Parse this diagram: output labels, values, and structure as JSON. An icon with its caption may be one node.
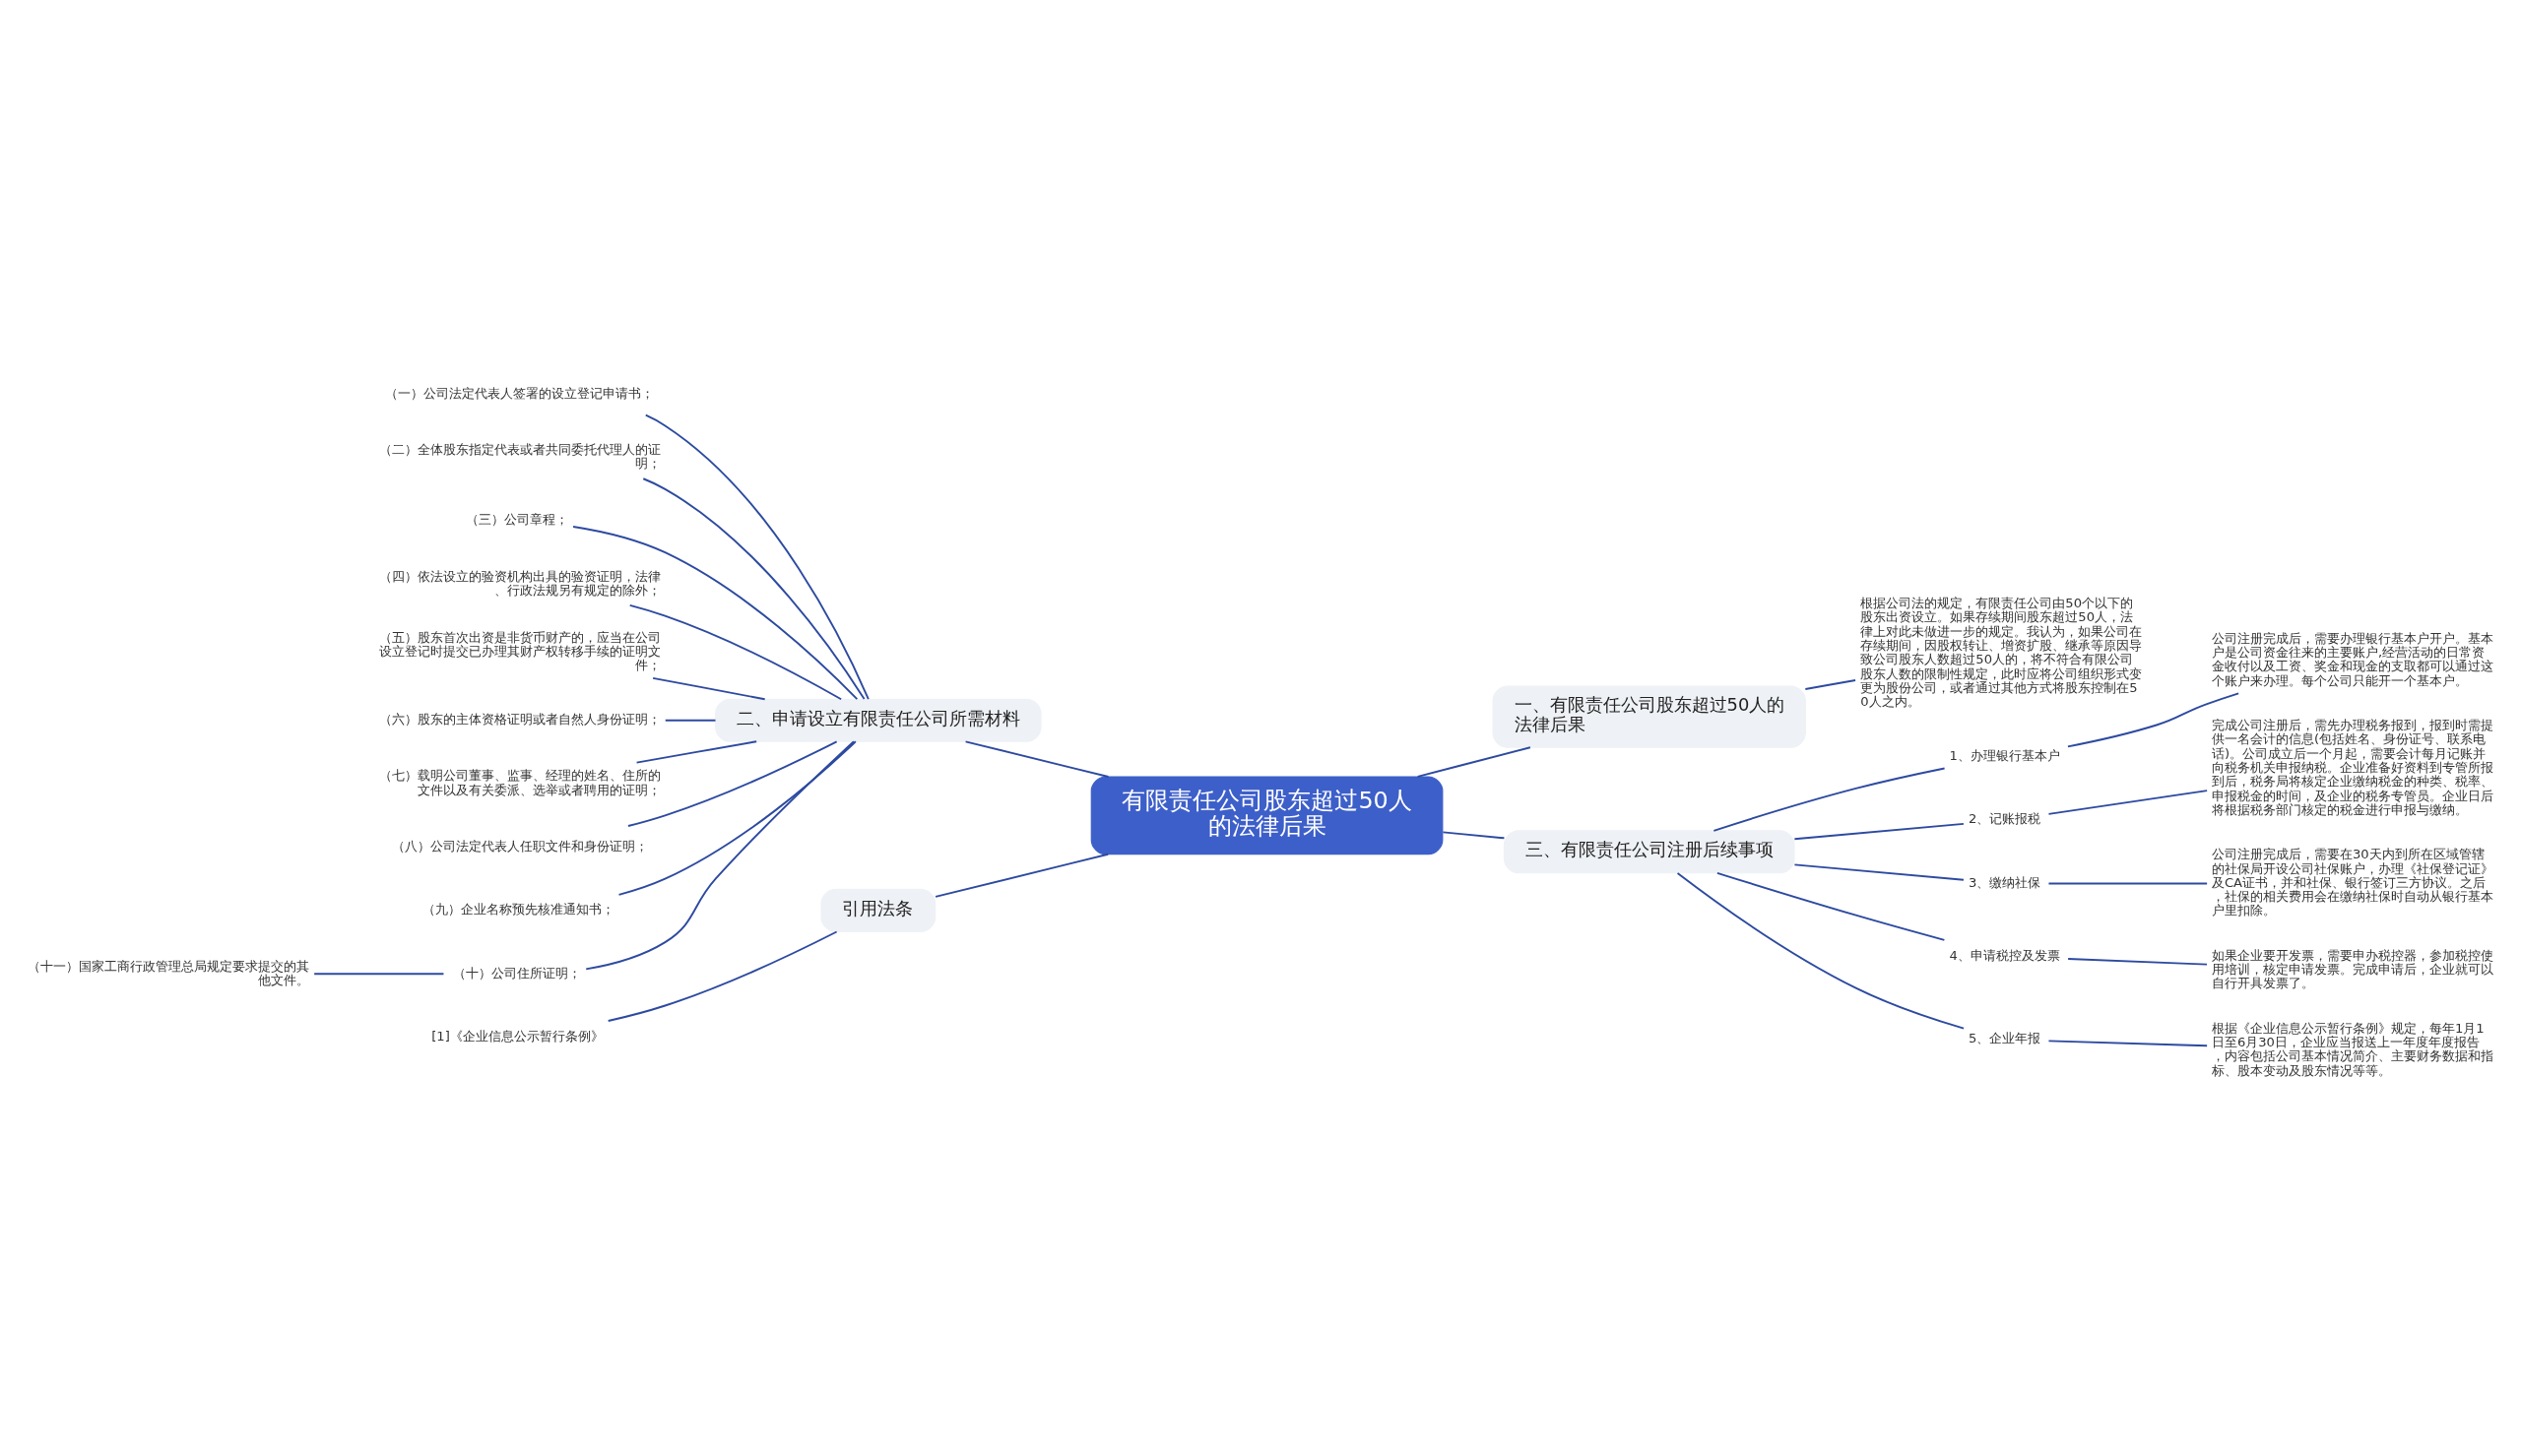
{
  "diagram": {
    "nodes": [
      {
        "text": [
          "有限责任公司股东超过50人的法律后果"
        ]
      },
      {
        "text": [
          "一、有限责任公司股东超过50人的法律后果"
        ]
      },
      {
        "text": [
          "根据公司法的规定，有限责任公司由50个以下的股东出资设立。如果存续期间股东超过50人，法律上对此未做进一步的规定。我认为，如果公司在存续期间，因股权转让、增资扩股、继承等原因导致公司股东人数超过50人的，将不符合有限公司股东人数的限制性规定，此时应将公司组织形式变更为股份公司，或者通过其他方式将股东控制在50人之内。"
        ]
      },
      {
        "text": [
          "二、申请设立有限责任公司所需材料"
        ]
      },
      {
        "text": [
          "（一）公司法定代表人签署的设立登记申请书；"
        ]
      },
      {
        "text": [
          "（二）全体股东指定代表或者共同委托代理人的证明；"
        ]
      },
      {
        "text": [
          "（三）公司章程；"
        ]
      },
      {
        "text": [
          "（四）依法设立的验资机构出具的验资证明，法律、行政法规另有规定的除外；"
        ]
      },
      {
        "text": [
          "（五）股东首次出资是非货币财产的，应当在公司设立登记时提交已办理其财产权转移手续的证明文件；"
        ]
      },
      {
        "text": [
          "（六）股东的主体资格证明或者自然人身份证明；"
        ]
      },
      {
        "text": [
          "（七）载明公司董事、监事、经理的姓名、住所的文件以及有关委派、选举或者聘用的证明；"
        ]
      },
      {
        "text": [
          "（八）公司法定代表人任职文件和身份证明；"
        ]
      },
      {
        "text": [
          "（九）企业名称预先核准通知书；"
        ]
      },
      {
        "text": [
          "（十）公司住所证明；"
        ]
      },
      {
        "text": [
          "（十一）国家工商行政管理总局规定要求提交的其他文件。"
        ]
      },
      {
        "text": [
          "三、有限责任公司注册后续事项"
        ]
      },
      {
        "text": [
          "1、办理银行基本户"
        ]
      },
      {
        "text": [
          "公司注册完成后，需要办理银行基本户开户。基本户是公司资金往来的主要账户,经营活动的日常资金收付以及工资、奖金和现金的支取都可以通过这个账户来办理。每个公司只能开一个基本户。"
        ]
      },
      {
        "text": [
          "2、记账报税"
        ]
      },
      {
        "text": [
          "完成公司注册后，需先办理税务报到，报到时需提供一名会计的信息(包括姓名、身份证号、联系电话)。公司成立后一个月起，需要会计每月记账并向税务机关申报纳税。企业准备好资料到专管所报到后，税务局将核定企业缴纳税金的种类、税率、申报税金的时间，及企业的税务专管员。企业日后将根据税务部门核定的税金进行申报与缴纳。"
        ]
      },
      {
        "text": [
          "3、缴纳社保"
        ]
      },
      {
        "text": [
          "公司注册完成后，需要在30天内到所在区域管辖的社保局开设公司社保账户，办理《社保登记证》及CA证书，并和社保、银行签订三方协议。之后，社保的相关费用会在缴纳社保时自动从银行基本户里扣除。"
        ]
      },
      {
        "text": [
          "4、申请税控及发票"
        ]
      },
      {
        "text": [
          "如果企业要开发票，需要申办税控器，参加税控使用培训，核定申请发票。完成申请后，企业就可以自行开具发票了。"
        ]
      },
      {
        "text": [
          "5、企业年报"
        ]
      },
      {
        "text": [
          "根据《企业信息公示暂行条例》规定，每年1月1日至6月30日，企业应当报送上一年度年度报告，内容包括公司基本情况简介、主要财务数据和指标、股本变动及股东情况等等。"
        ]
      },
      {
        "text": [
          "引用法条"
        ]
      },
      {
        "text": [
          "[1]《企业信息公示暂行条例》"
        ]
      }
    ],
    "edges": [
      {
        "from": 0,
        "to": 1,
        "arrow": "none"
      },
      {
        "from": 1,
        "to": 2,
        "arrow": "none"
      },
      {
        "from": 0,
        "to": 3,
        "arrow": "none"
      },
      {
        "from": 3,
        "to": 4,
        "arrow": "none"
      },
      {
        "from": 3,
        "to": 5,
        "arrow": "none"
      },
      {
        "from": 3,
        "to": 6,
        "arrow": "none"
      },
      {
        "from": 3,
        "to": 7,
        "arrow": "none"
      },
      {
        "from": 3,
        "to": 8,
        "arrow": "none"
      },
      {
        "from": 3,
        "to": 9,
        "arrow": "none"
      },
      {
        "from": 3,
        "to": 10,
        "arrow": "none"
      },
      {
        "from": 3,
        "to": 11,
        "arrow": "none"
      },
      {
        "from": 3,
        "to": 12,
        "arrow": "none"
      },
      {
        "from": 3,
        "to": 13,
        "arrow": "none"
      },
      {
        "from": 13,
        "to": 14,
        "arrow": "none"
      },
      {
        "from": 0,
        "to": 15,
        "arrow": "none"
      },
      {
        "from": 15,
        "to": 16,
        "arrow": "none"
      },
      {
        "from": 16,
        "to": 17,
        "arrow": "none"
      },
      {
        "from": 15,
        "to": 18,
        "arrow": "none"
      },
      {
        "from": 18,
        "to": 19,
        "arrow": "none"
      },
      {
        "from": 15,
        "to": 20,
        "arrow": "none"
      },
      {
        "from": 20,
        "to": 21,
        "arrow": "none"
      },
      {
        "from": 15,
        "to": 22,
        "arrow": "none"
      },
      {
        "from": 22,
        "to": 23,
        "arrow": "none"
      },
      {
        "from": 15,
        "to": 24,
        "arrow": "none"
      },
      {
        "from": 24,
        "to": 25,
        "arrow": "none"
      },
      {
        "from": 0,
        "to": 26,
        "arrow": "none"
      },
      {
        "from": 26,
        "to": 27,
        "arrow": "none"
      }
    ]
  }
}
